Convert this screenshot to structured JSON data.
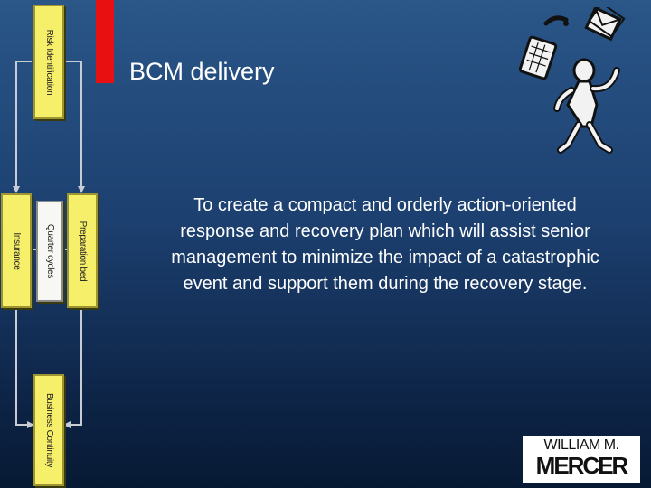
{
  "slide": {
    "title": "BCM delivery",
    "body": "To create a compact and orderly action-oriented response and recovery plan which will assist senior management to minimize the impact of a catastrophic event and support them during the recovery stage."
  },
  "diagram": {
    "boxes": [
      {
        "id": "risk",
        "label": "Risk Identification"
      },
      {
        "id": "insurance",
        "label": "Insurance"
      },
      {
        "id": "cycles",
        "label": "Quarter cycles"
      },
      {
        "id": "preparation",
        "label": "Preparation bed"
      },
      {
        "id": "continuity",
        "label": "Business Continuity"
      }
    ]
  },
  "logo": {
    "line1": "WILLIAM M.",
    "line2": "MERCER"
  },
  "icons": [
    "juggler-figure-icon",
    "keyboard-icon",
    "telephone-icon",
    "envelope-icon"
  ],
  "colors": {
    "accent_bar": "#e81010",
    "box_fill": "#f5ef6a",
    "text": "#ffffff"
  }
}
